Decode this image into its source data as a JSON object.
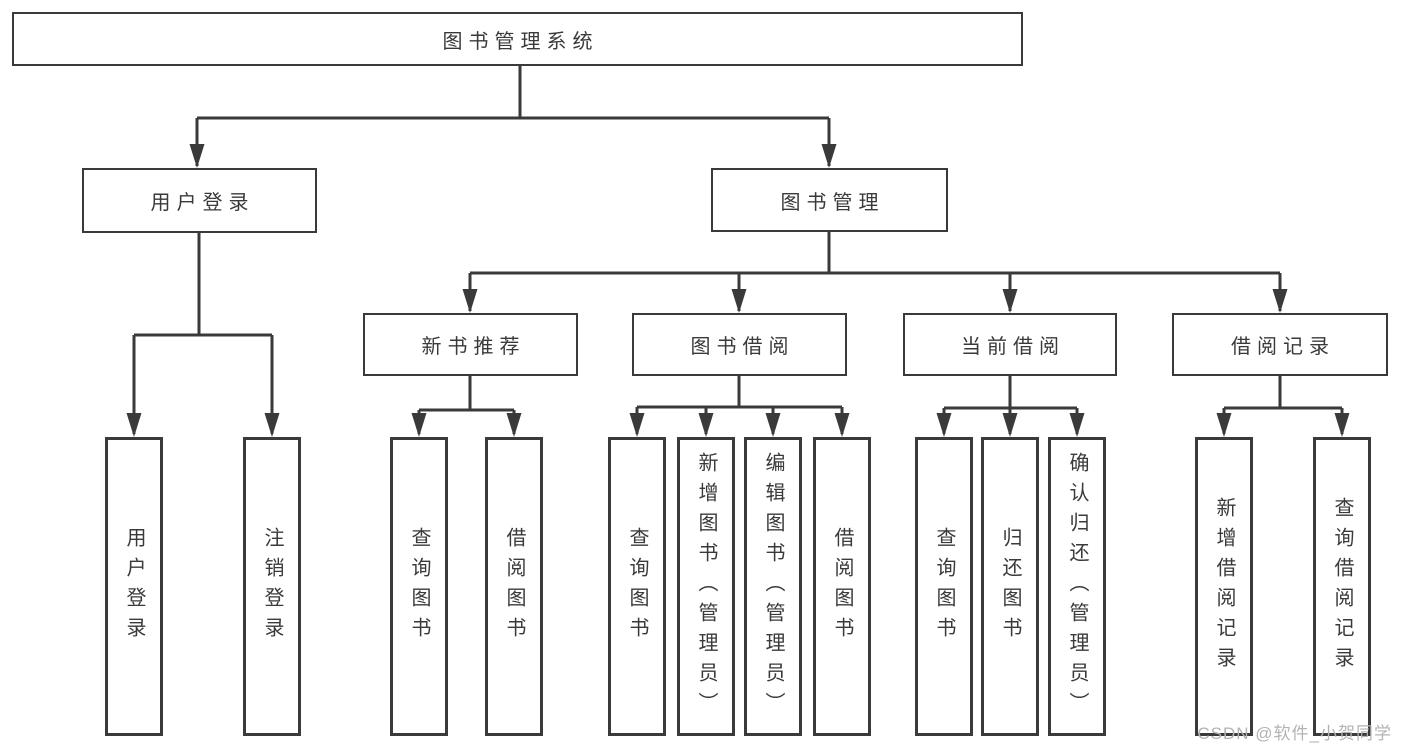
{
  "diagram_title": "图书管理系统",
  "tree": {
    "label": "图书管理系统",
    "children": [
      {
        "label": "用户登录",
        "children": [
          {
            "label": "用户登录"
          },
          {
            "label": "注销登录"
          }
        ]
      },
      {
        "label": "图书管理",
        "children": [
          {
            "label": "新书推荐",
            "children": [
              {
                "label": "查询图书"
              },
              {
                "label": "借阅图书"
              }
            ]
          },
          {
            "label": "图书借阅",
            "children": [
              {
                "label": "查询图书"
              },
              {
                "label": "新增图书（管理员）"
              },
              {
                "label": "编辑图书（管理员）"
              },
              {
                "label": "借阅图书"
              }
            ]
          },
          {
            "label": "当前借阅",
            "children": [
              {
                "label": "查询图书"
              },
              {
                "label": "归还图书"
              },
              {
                "label": "确认归还（管理员）"
              }
            ]
          },
          {
            "label": "借阅记录",
            "children": [
              {
                "label": "新增借阅记录"
              },
              {
                "label": "查询借阅记录"
              }
            ]
          }
        ]
      }
    ]
  },
  "watermark": {
    "text": "CSDN @软件_小贺同学"
  },
  "colors": {
    "line": "#3a3a3a",
    "box_border": "#3a3a3a",
    "text": "#3a3a3a",
    "background": "#ffffff",
    "watermark": "#b3b3b3"
  }
}
